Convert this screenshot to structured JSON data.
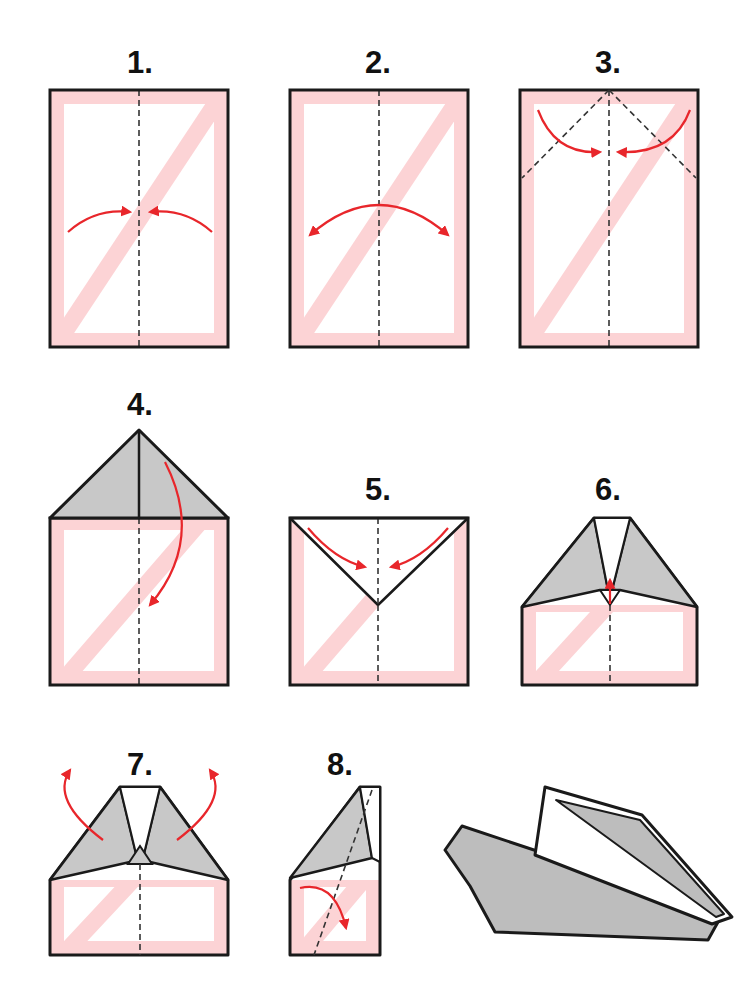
{
  "diagram": {
    "labels": [
      "1.",
      "2.",
      "3.",
      "4.",
      "5.",
      "6.",
      "7.",
      "8."
    ]
  }
}
